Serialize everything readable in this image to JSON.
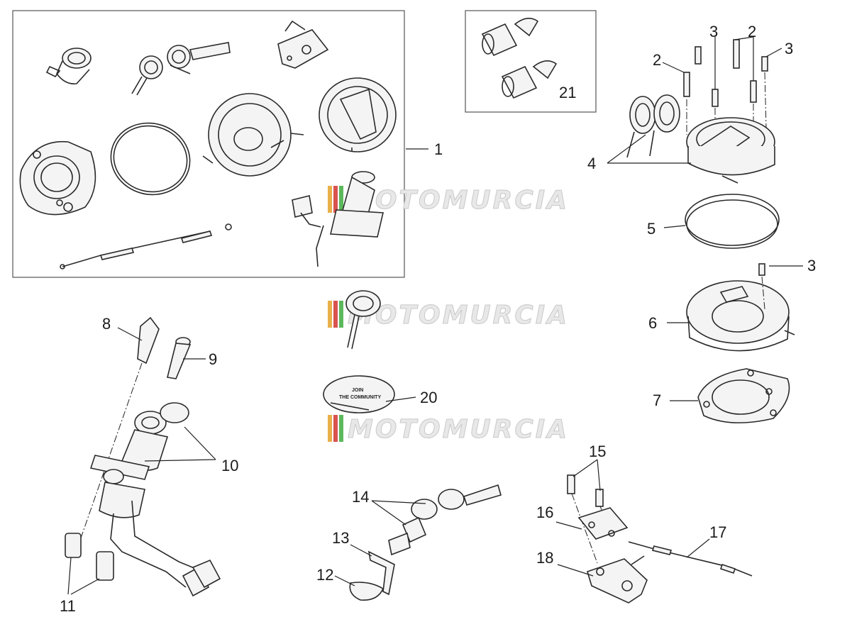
{
  "diagram": {
    "callouts": {
      "n1": "1",
      "n2a": "2",
      "n2b": "2",
      "n3a": "3",
      "n3b": "3",
      "n3c": "3",
      "n4": "4",
      "n5": "5",
      "n6": "6",
      "n7": "7",
      "n8": "8",
      "n9": "9",
      "n10": "10",
      "n11": "11",
      "n12": "12",
      "n13": "13",
      "n14": "14",
      "n15": "15",
      "n16": "16",
      "n17": "17",
      "n18": "18",
      "n20": "20",
      "n21": "21"
    },
    "watermark": "MOTOMURCIA",
    "badge_text": {
      "line1": "JOIN",
      "line2": "THE COMMUNITY"
    }
  },
  "colors": {
    "line": "#2a2a2a",
    "watermark_fill": "#e8e8e8",
    "watermark_stripes": [
      "#e9b04a",
      "#d9534f",
      "#5cb85c"
    ]
  }
}
